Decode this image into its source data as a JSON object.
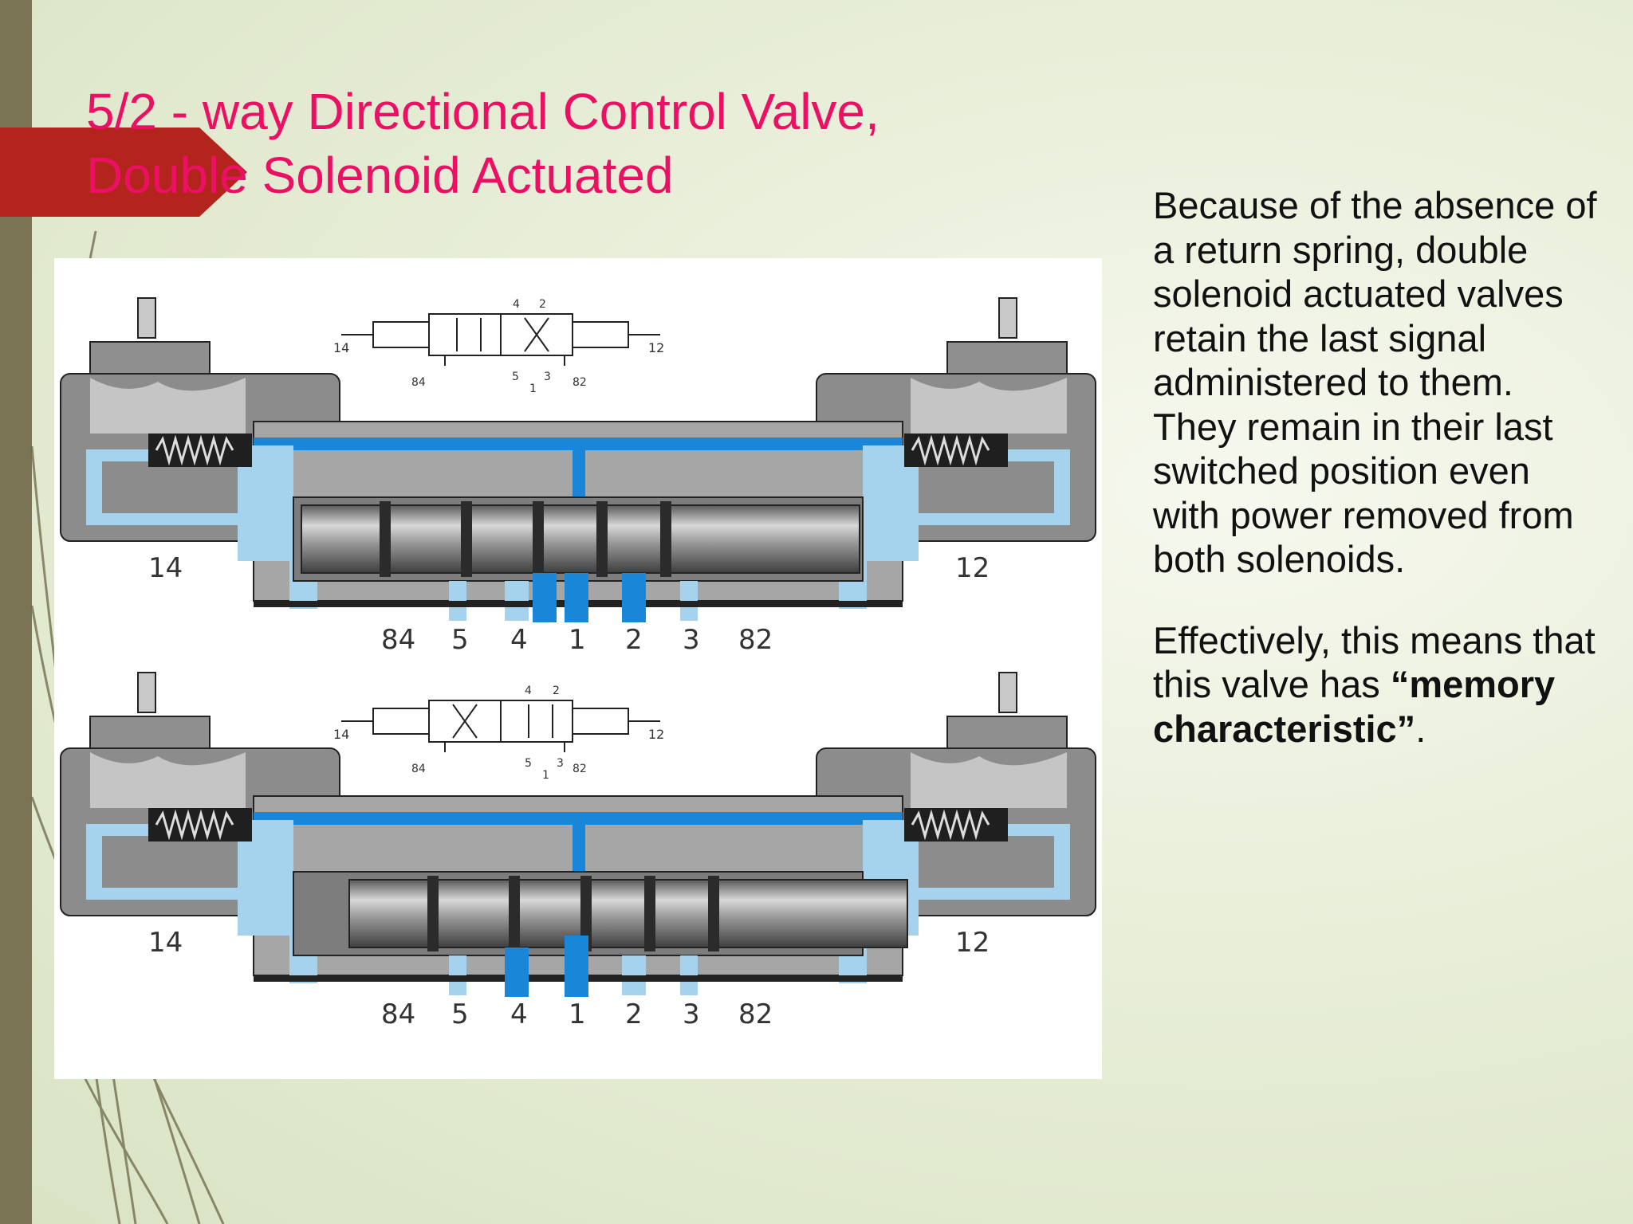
{
  "slide": {
    "title_line1": "5/2 - way Directional Control Valve,",
    "title_line2": "Double Solenoid Actuated",
    "paragraph1": "Because of the absence of a return spring, double solenoid actuated valves retain the last signal administered to them. They remain in their last switched position even with power removed from both solenoids.",
    "paragraph2_before": "Effectively, this means that this valve has",
    "paragraph2_bold": "“memory characteristic”",
    "paragraph2_after": "."
  },
  "diagram": {
    "top": {
      "side_left": "14",
      "side_right": "12",
      "ports": [
        "84",
        "5",
        "4",
        "1",
        "2",
        "3",
        "82"
      ],
      "symbol_labels": {
        "left": "14",
        "right": "12",
        "exhaust_left": "84",
        "exhaust_right": "82",
        "p5": "5",
        "p3": "3",
        "p1": "1",
        "p4": "4",
        "p2": "2"
      }
    },
    "bottom": {
      "side_left": "14",
      "side_right": "12",
      "ports": [
        "84",
        "5",
        "4",
        "1",
        "2",
        "3",
        "82"
      ],
      "symbol_labels": {
        "left": "14",
        "right": "12",
        "exhaust_left": "84",
        "exhaust_right": "82",
        "p5": "5",
        "p3": "3",
        "p1": "1",
        "p4": "4",
        "p2": "2"
      }
    }
  },
  "colors": {
    "title": "#ec1064",
    "accent_tab": "#b3251c",
    "left_bar": "#7a7455",
    "valve_body": "#a6a6a6",
    "air_light": "#a5d3ee",
    "air_pressure": "#1a86d8"
  }
}
